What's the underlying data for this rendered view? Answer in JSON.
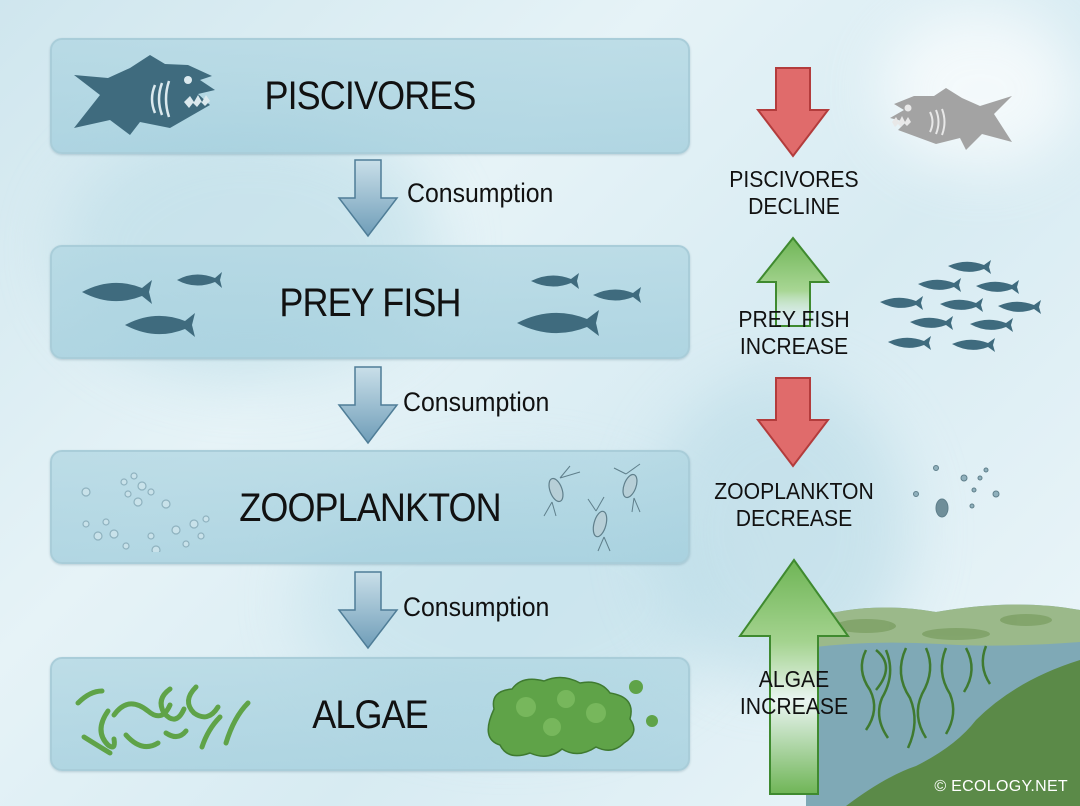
{
  "levels": [
    {
      "label": "PISCIVORES",
      "icon": "piranha-fish-icon"
    },
    {
      "label": "PREY FISH",
      "icon": "small-fish-icon"
    },
    {
      "label": "ZOOPLANKTON",
      "icon": "copepod-icon"
    },
    {
      "label": "ALGAE",
      "icon": "algae-icon"
    }
  ],
  "flows": [
    {
      "label": "Consumption"
    },
    {
      "label": "Consumption"
    },
    {
      "label": "Consumption"
    }
  ],
  "effects": [
    {
      "line1": "PISCIVORES",
      "line2": "DECLINE",
      "direction": "down",
      "color": "#e06b6b"
    },
    {
      "line1": "PREY FISH",
      "line2": "INCREASE",
      "direction": "up",
      "color": "#6fb556"
    },
    {
      "line1": "ZOOPLANKTON",
      "line2": "DECREASE",
      "direction": "down",
      "color": "#e06b6b"
    },
    {
      "line1": "ALGAE",
      "line2": "INCREASE",
      "direction": "up",
      "color": "#6fb556"
    }
  ],
  "credit": "© ECOLOGY.NET",
  "colors": {
    "box_fill": "#b3d8e4",
    "box_border": "#a9cdd9",
    "fish": "#3f6b7e",
    "gray_fish": "#a3a3a3",
    "flow_arrow": "#6f9db8",
    "algae": "#5fa348"
  }
}
